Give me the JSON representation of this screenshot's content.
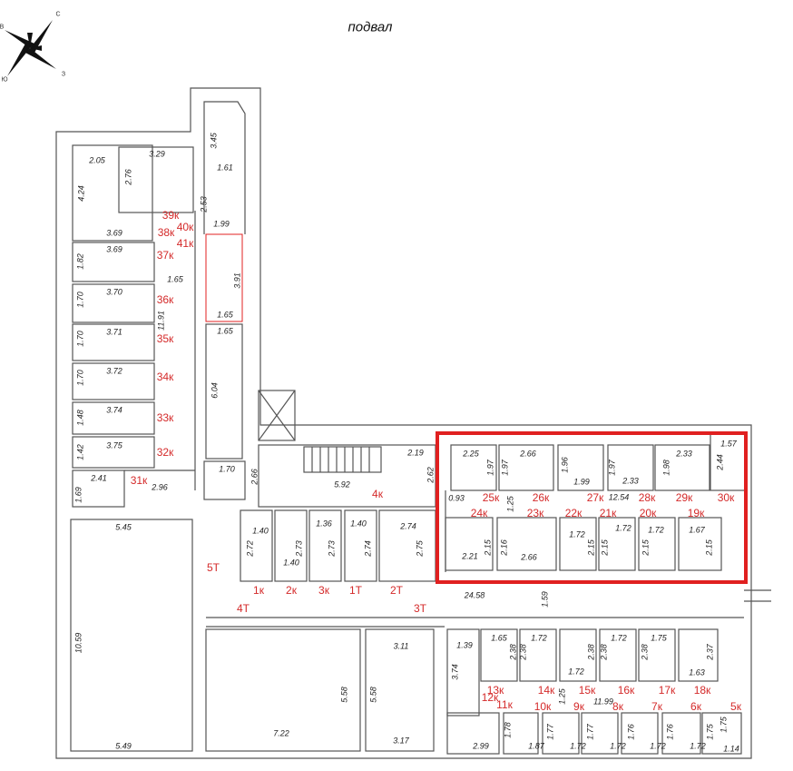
{
  "title": "подвал",
  "compass": {
    "north": "С",
    "south": "Ю",
    "west": "З",
    "east": "В"
  },
  "colors": {
    "highlight": "#e02020",
    "unit_label": "#d42a2a",
    "wall": "#555555"
  },
  "units": [
    "39к",
    "38к",
    "40к",
    "41к",
    "37к",
    "36к",
    "35к",
    "34к",
    "33к",
    "32к",
    "31к",
    "4к",
    "5Т",
    "1к",
    "2к",
    "3к",
    "1Т",
    "2Т",
    "4Т",
    "3Т",
    "25к",
    "26к",
    "27к",
    "28к",
    "29к",
    "30к",
    "24к",
    "23к",
    "22к",
    "21к",
    "20к",
    "19к",
    "13к",
    "14к",
    "15к",
    "16к",
    "17к",
    "18к",
    "12к",
    "11к",
    "10к",
    "9к",
    "8к",
    "7к",
    "6к",
    "5к"
  ],
  "dims": [
    "2.05",
    "3.29",
    "2.76",
    "4.24",
    "3.69",
    "3.69",
    "1.82",
    "3.70",
    "1.70",
    "3.71",
    "1.70",
    "3.72",
    "1.70",
    "3.74",
    "1.48",
    "3.75",
    "1.42",
    "2.41",
    "1.69",
    "2.96",
    "11.91",
    "1.65",
    "3.45",
    "1.61",
    "2.53",
    "1.99",
    "3.91",
    "1.65",
    "1.65",
    "6.04",
    "1.70",
    "2.66",
    "5.92",
    "2.19",
    "2.62",
    "1.40",
    "2.72",
    "1.40",
    "2.73",
    "1.36",
    "2.73",
    "1.40",
    "2.74",
    "2.74",
    "2.75",
    "5.45",
    "10.59",
    "5.49",
    "7.22",
    "5.58",
    "5.58",
    "3.11",
    "3.17",
    "2.25",
    "2.66",
    "1.97",
    "1.97",
    "1.96",
    "1.99",
    "1.97",
    "2.33",
    "1.98",
    "2.33",
    "1.57",
    "2.44",
    "0.93",
    "1.25",
    "12.54",
    "2.15",
    "2.21",
    "2.16",
    "2.66",
    "1.72",
    "2.15",
    "1.72",
    "2.15",
    "1.72",
    "2.15",
    "1.67",
    "2.15",
    "24.58",
    "1.59",
    "1.39",
    "3.74",
    "1.65",
    "2.38",
    "1.72",
    "2.38",
    "1.72",
    "2.38",
    "2.38",
    "1.72",
    "1.75",
    "2.38",
    "2.37",
    "1.63",
    "1.25",
    "11.99",
    "2.99",
    "1.78",
    "1.87",
    "1.77",
    "1.72",
    "1.77",
    "1.72",
    "1.76",
    "1.72",
    "1.76",
    "1.72",
    "1.75",
    "1.75",
    "1.14"
  ]
}
